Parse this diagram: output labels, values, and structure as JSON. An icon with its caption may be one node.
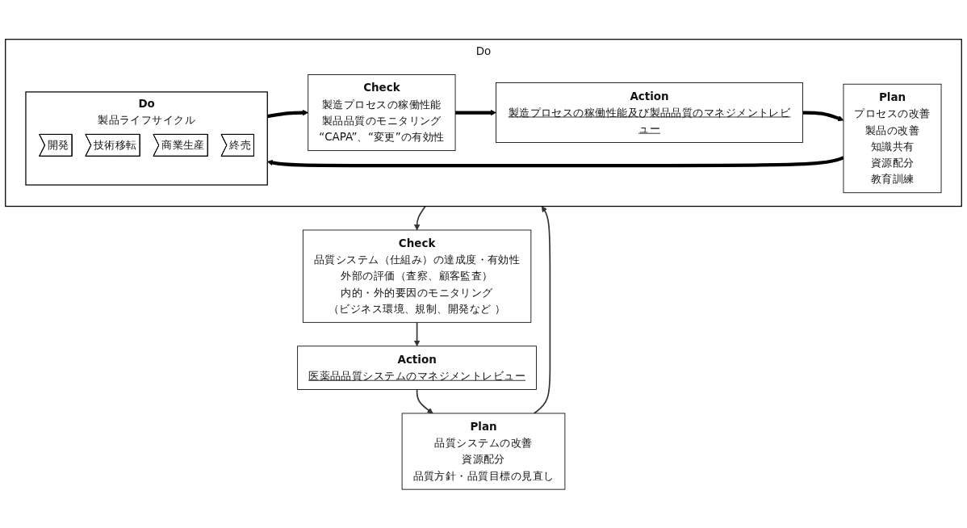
{
  "diagram": {
    "nodes": [
      {
        "text": [
          "Plan",
          "品質システムの改善",
          "資源配分",
          "品質方針・品質目標の見直し"
        ]
      },
      {
        "text": [
          "Do"
        ]
      },
      {
        "text": [
          "Plan",
          "プロセスの改善",
          "製品の改善",
          "知識共有",
          "資源配分",
          "教育訓練"
        ],
        "in": 1
      },
      {
        "text": [
          "Do",
          "製品ライフサイクル"
        ],
        "in": 1
      },
      {
        "text": [
          "開発"
        ],
        "in": 3
      },
      {
        "text": [
          "技術移転"
        ],
        "in": 3
      },
      {
        "text": [
          "商業生産"
        ],
        "in": 3
      },
      {
        "text": [
          "終売"
        ],
        "in": 3
      },
      {
        "text": [
          "Check",
          "製造プロセスの稼働性能",
          "製品品質のモニタリング",
          "“CAPA”、“変更”の有効性"
        ],
        "in": 1
      },
      {
        "text": [
          "Action",
          "製造プロセスの稼働性能及び製品品質のマネジメントレビュー"
        ],
        "in": 1
      },
      {
        "text": [
          "Check",
          "品質システム（仕組み）の達成度・有効性",
          "外部の評価（査察、顧客監査）",
          "内的・外的要因のモニタリング",
          "（ビジネス環境、規制、開発など ）"
        ]
      },
      {
        "text": [
          "Action",
          "医薬品品質システムのマネジメントレビュー"
        ]
      }
    ],
    "edges": [
      {
        "from": 0,
        "to": 1,
        "arrow": "to"
      },
      {
        "from": 2,
        "to": 3,
        "arrow": "to",
        "style": "thick"
      },
      {
        "from": 3,
        "to": 8,
        "arrow": "to",
        "style": "thick"
      },
      {
        "from": 8,
        "to": 9,
        "arrow": "to",
        "style": "thick"
      },
      {
        "from": 9,
        "to": 2,
        "arrow": "to",
        "style": "thick"
      },
      {
        "from": 1,
        "to": 10,
        "arrow": "to"
      },
      {
        "from": 10,
        "to": 11,
        "arrow": "to"
      },
      {
        "from": 11,
        "to": 0,
        "arrow": "to"
      }
    ]
  }
}
